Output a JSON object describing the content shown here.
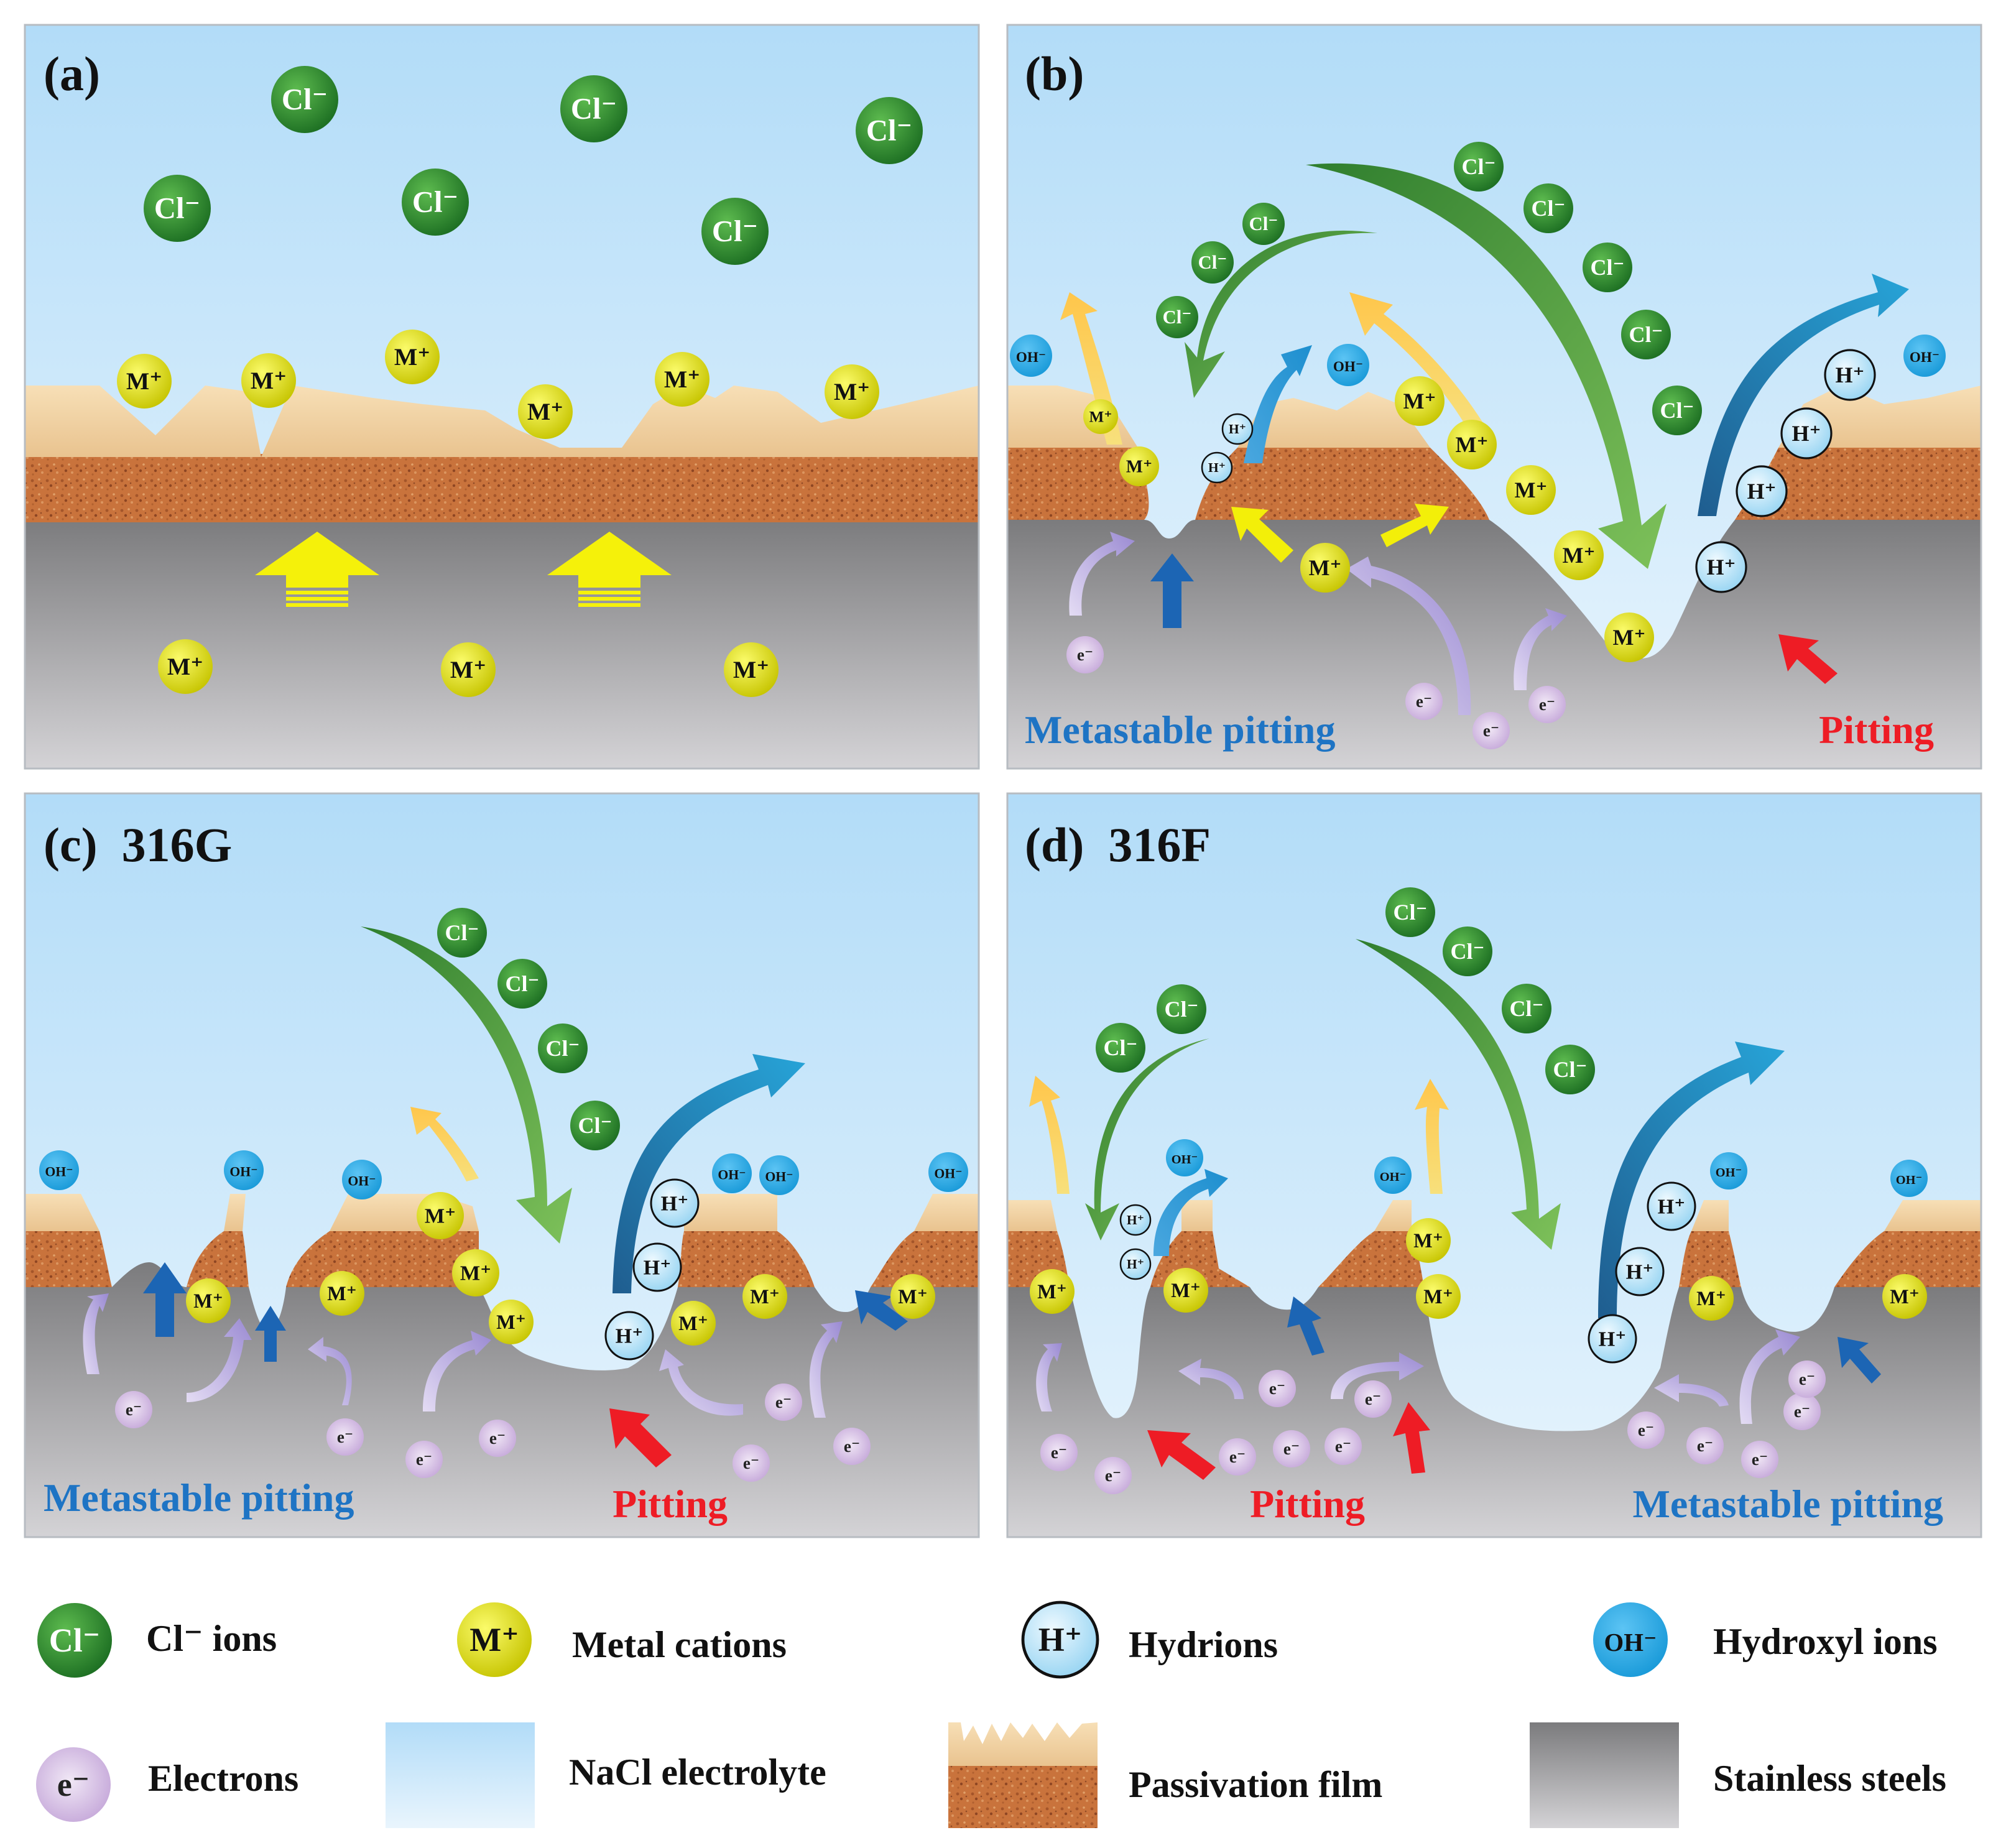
{
  "colors": {
    "electrolyte_top": "#b2dcf8",
    "electrolyte_bottom": "#e9f5fd",
    "film_top": "#f7dbb0",
    "film_layer": "#c9733c",
    "steel_top": "#7b7b7d",
    "steel_bottom": "#d4d3d6",
    "chloride": "#2a8a2c",
    "metal_cation": "#e3e40e",
    "hydrion": "#c9e9f8",
    "hydroxyl": "#27a8e6",
    "electron": "#c8a8dc",
    "metastable_label": "#1e74c4",
    "pitting_label": "#ee1c25"
  },
  "ions": {
    "cl": "Cl⁻",
    "m": "M⁺",
    "h": "H⁺",
    "oh": "OH⁻",
    "e": "e⁻"
  },
  "panels": [
    {
      "label": "(a)"
    },
    {
      "label": "(b)",
      "metastable": "Metastable pitting",
      "pitting": "Pitting"
    },
    {
      "label": "(c)  316G",
      "metastable": "Metastable pitting",
      "pitting": "Pitting"
    },
    {
      "label": "(d)  316F",
      "metastable": "Metastable pitting",
      "pitting": "Pitting"
    }
  ],
  "legend": {
    "cl_ions": "Cl⁻ ions",
    "metal_cations": "Metal cations",
    "hydrions": "Hydrions",
    "hydroxyl_ions": "Hydroxyl ions",
    "electrons": "Electrons",
    "nacl": "NaCl electrolyte",
    "passivation": "Passivation film",
    "steel": "Stainless steels"
  }
}
